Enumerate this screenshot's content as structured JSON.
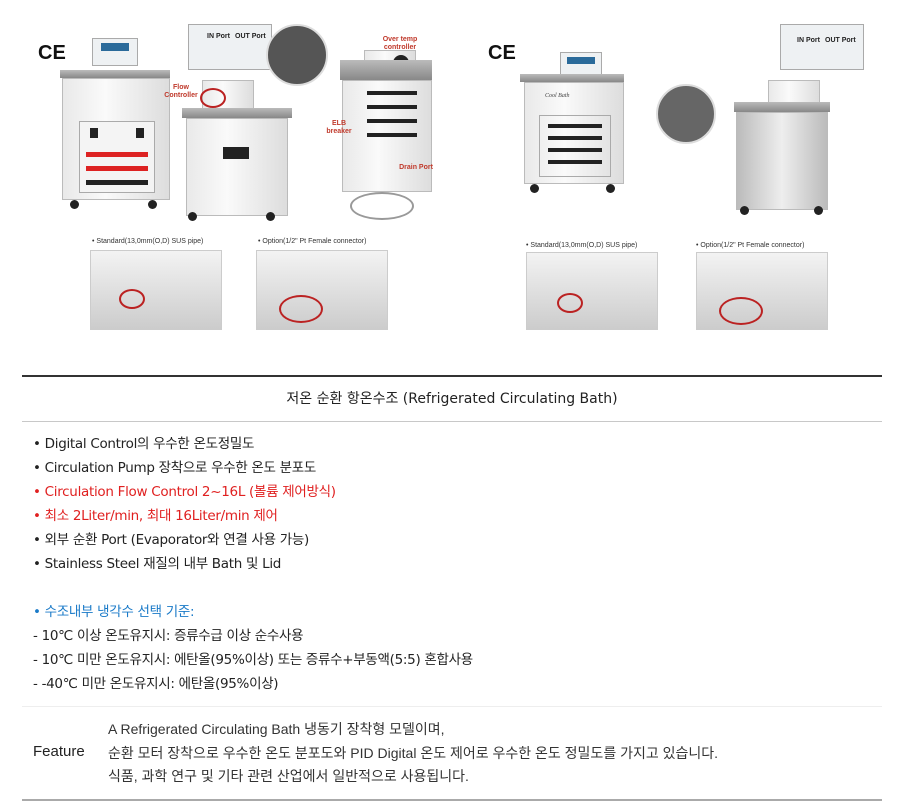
{
  "images": {
    "ce_mark": "CE",
    "left_labels": {
      "in_port": "IN Port",
      "out_port": "OUT Port",
      "flow_controller": "Flow Controller",
      "over_temp": "Over temp controller",
      "elb_breaker": "ELB breaker",
      "drain_port": "Drain Port"
    },
    "right_labels": {
      "in_port": "IN Port",
      "out_port": "OUT Port",
      "brand": "Cool Bath"
    },
    "captions": {
      "standard": "• Standard(13,0mm(O,D) SUS pipe)",
      "option": "• Option(1/2\" Pt Female connector)"
    }
  },
  "title": "저온 순환 항온수조 (Refrigerated Circulating Bath)",
  "features": [
    {
      "text": "• Digital Control의 우수한 온도정밀도",
      "color": "normal"
    },
    {
      "text": "• Circulation Pump 장착으로 우수한 온도 분포도",
      "color": "normal"
    },
    {
      "text": "• Circulation Flow Control 2~16L (볼륨 제어방식)",
      "color": "red"
    },
    {
      "text": "• 최소 2Liter/min, 최대 16Liter/min 제어",
      "color": "red"
    },
    {
      "text": "• 외부 순환 Port (Evaporator와 연결 사용 가능)",
      "color": "normal"
    },
    {
      "text": "• Stainless Steel 재질의 내부 Bath 및 Lid",
      "color": "normal"
    }
  ],
  "coolant": {
    "heading": "• 수조내부 냉각수 선택 기준:",
    "items": [
      "- 10℃ 이상 온도유지시: 증류수급 이상 순수사용",
      "- 10℃ 미만 온도유지시: 에탄올(95%이상) 또는 증류수+부동액(5:5) 혼합사용",
      "- -40℃ 미만 온도유지시: 에탄올(95%이상)"
    ]
  },
  "feature_row": {
    "label": "Feature",
    "lines": [
      "A Refrigerated Circulating Bath 냉동기 장착형 모델이며,",
      "순환 모터 장착으로 우수한 온도 분포도와 PID Digital 온도 제어로 우수한 온도 정밀도를 가지고 있습니다.",
      "식품, 과학 연구 및 기타 관련 산업에서 일반적으로 사용됩니다."
    ]
  },
  "colors": {
    "red": "#e02020",
    "blue": "#1a7ac8"
  }
}
